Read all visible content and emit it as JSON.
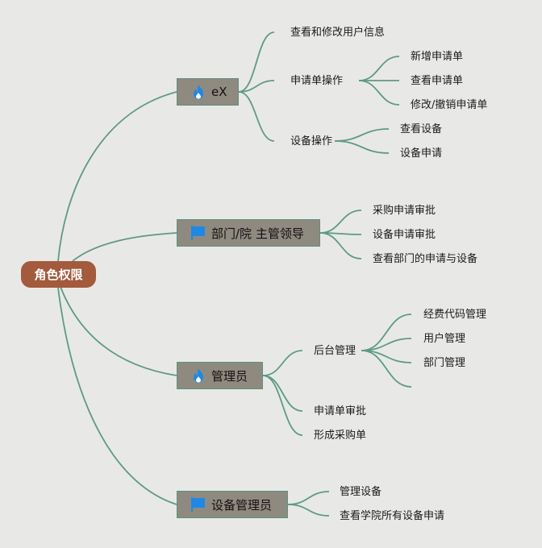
{
  "root": {
    "label": "角色权限"
  },
  "nodes": [
    {
      "label": "eX",
      "icon": "flame-icon"
    },
    {
      "label": "部门/院 主管领导",
      "icon": "flag-icon"
    },
    {
      "label": "管理员",
      "icon": "flame-icon"
    },
    {
      "label": "设备管理员",
      "icon": "flag-icon"
    }
  ],
  "leaves": {
    "view_edit_user": "查看和修改用户信息",
    "request_ops": "申请单操作",
    "new_request": "新增申请单",
    "view_request": "查看申请单",
    "edit_cancel_request": "修改/撤销申请单",
    "equipment_ops": "设备操作",
    "view_equipment": "查看设备",
    "equipment_request": "设备申请",
    "purchase_approval": "采购申请审批",
    "equipment_approval": "设备申请审批",
    "view_dept_requests": "查看部门的申请与设备",
    "backend_mgmt": "后台管理",
    "expense_code_mgmt": "经费代码管理",
    "user_mgmt": "用户管理",
    "dept_mgmt": "部门管理",
    "request_approval": "申请单审批",
    "form_purchase": "形成采购单",
    "manage_equipment": "管理设备",
    "view_college_requests": "查看学院所有设备申请"
  },
  "colors": {
    "link": "#5f9986",
    "root": "#a35a3d",
    "node": "#8f8a80",
    "icon_blue": "#1e88e5"
  }
}
